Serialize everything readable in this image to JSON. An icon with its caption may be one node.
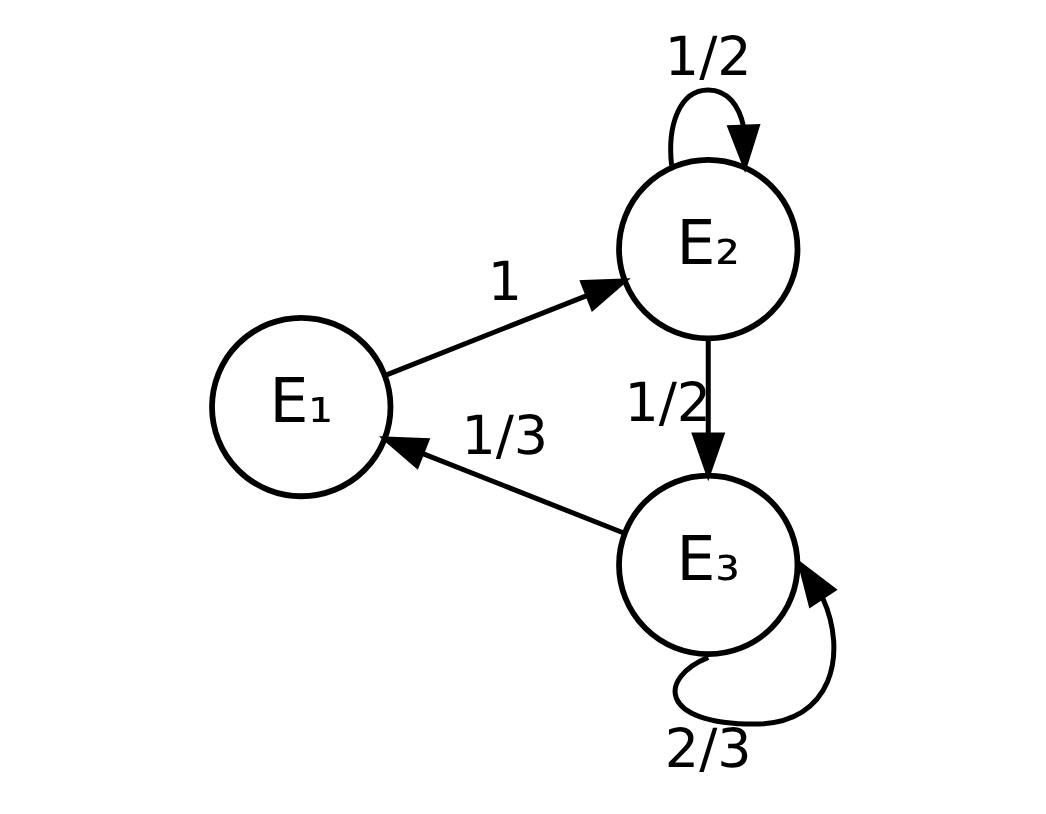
{
  "diagram": {
    "nodes": [
      {
        "text": [
          "E₁"
        ]
      },
      {
        "text": [
          "E₂"
        ]
      },
      {
        "text": [
          "E₃"
        ]
      }
    ],
    "edges": [
      {
        "from": 0,
        "to": 1,
        "arrow": "to",
        "label": "1"
      },
      {
        "from": 1,
        "to": 1,
        "arrow": "to",
        "label": "1/2"
      },
      {
        "from": 1,
        "to": 2,
        "arrow": "to",
        "label": "1/2"
      },
      {
        "from": 2,
        "to": 0,
        "arrow": "to",
        "label": "1/3"
      },
      {
        "from": 2,
        "to": 2,
        "arrow": "to",
        "label": "2/3"
      }
    ]
  }
}
